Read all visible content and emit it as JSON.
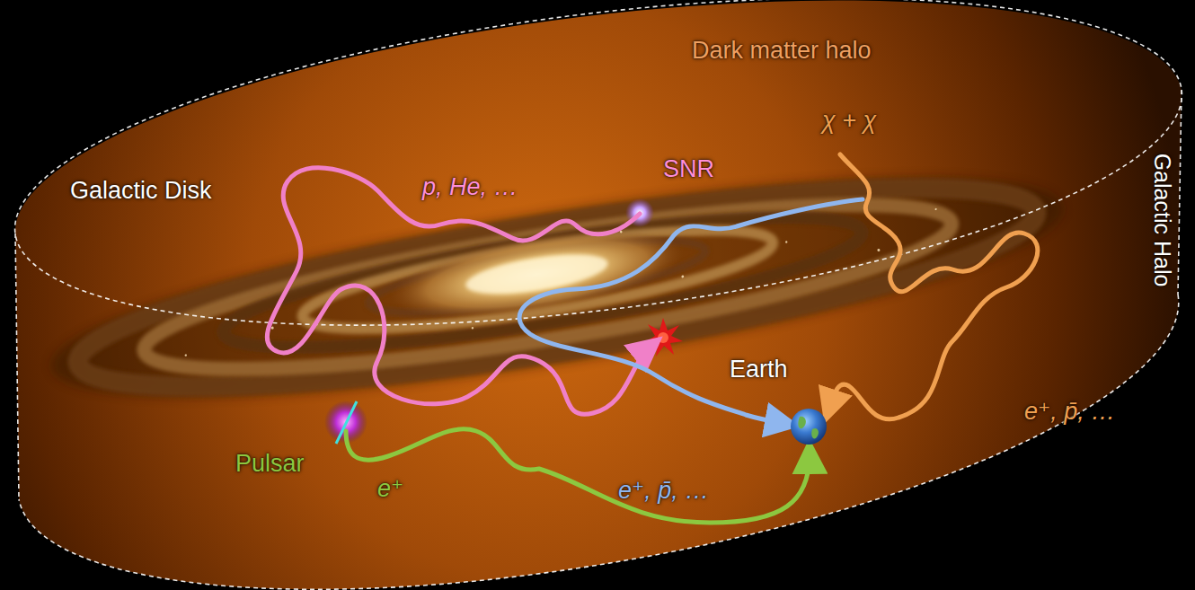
{
  "diagram": {
    "labels": [
      "Dark matter halo",
      "χ + χ",
      "Galactic Halo",
      "Galactic Disk",
      "SNR",
      "p, He, …",
      "Earth",
      "e⁺, p̄, …",
      "e⁺, p̄, …",
      "Pulsar",
      "e⁺"
    ]
  }
}
